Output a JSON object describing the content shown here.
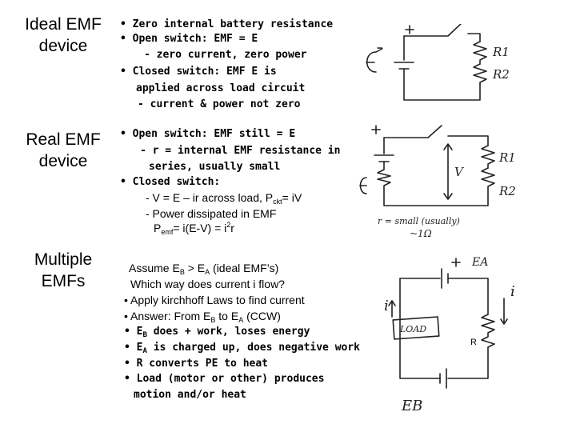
{
  "sections": [
    {
      "heading": [
        "Ideal EMF",
        "device"
      ],
      "lines": [
        "• Zero internal battery resistance",
        "• Open switch: EMF = E",
        "- zero current, zero power",
        "• Closed switch: EMF E is",
        "applied across load circuit",
        "- current & power not zero"
      ]
    },
    {
      "heading": [
        "Real EMF",
        "device"
      ],
      "lines": [
        "• Open switch:  EMF still = E",
        "- r = internal EMF resistance in",
        "series, usually small",
        "• Closed switch:",
        "- V = E – ir  across load, P",
        "- Power dissipated in EMF",
        "P"
      ],
      "sub_ckt": "ckt",
      "pckt_tail": "= iV",
      "sub_emf": "emf",
      "pemf_mid": "=  i(E-V) = i",
      "sup_2": "2",
      "pemf_tail": "r"
    },
    {
      "heading": [
        "Multiple",
        "EMFs"
      ],
      "assume_pre": "Assume E",
      "sub_b": "B",
      "assume_mid": " > E",
      "sub_a": "A",
      "assume_tail": " (ideal EMF’s)",
      "which": "Which way does current i flow?",
      "bullet1": "• Apply kirchhoff Laws to find current",
      "answer_pre": "• Answer:  From E",
      "answer_mid": " to  E",
      "answer_tail": "  (CCW)",
      "eb_pre": "• E",
      "eb_tail": " does + work, loses energy",
      "ea_pre": "• E",
      "ea_tail": " is charged up, does negative work",
      "r_line": "• R converts PE to heat",
      "load_line": "• Load (motor or other) produces",
      "load_line2": "motion and/or heat"
    }
  ],
  "sketches": {
    "ideal": {
      "r1": "R1",
      "r2": "R2"
    },
    "real": {
      "v": "V",
      "r1": "R1",
      "r2": "R2",
      "note": "r = small (usually)",
      "note2": "~1Ω"
    },
    "multi": {
      "load": "LOAD",
      "r": "R",
      "i_left": "i",
      "i_right": "i",
      "ea": "EA",
      "eb": "EB"
    }
  }
}
